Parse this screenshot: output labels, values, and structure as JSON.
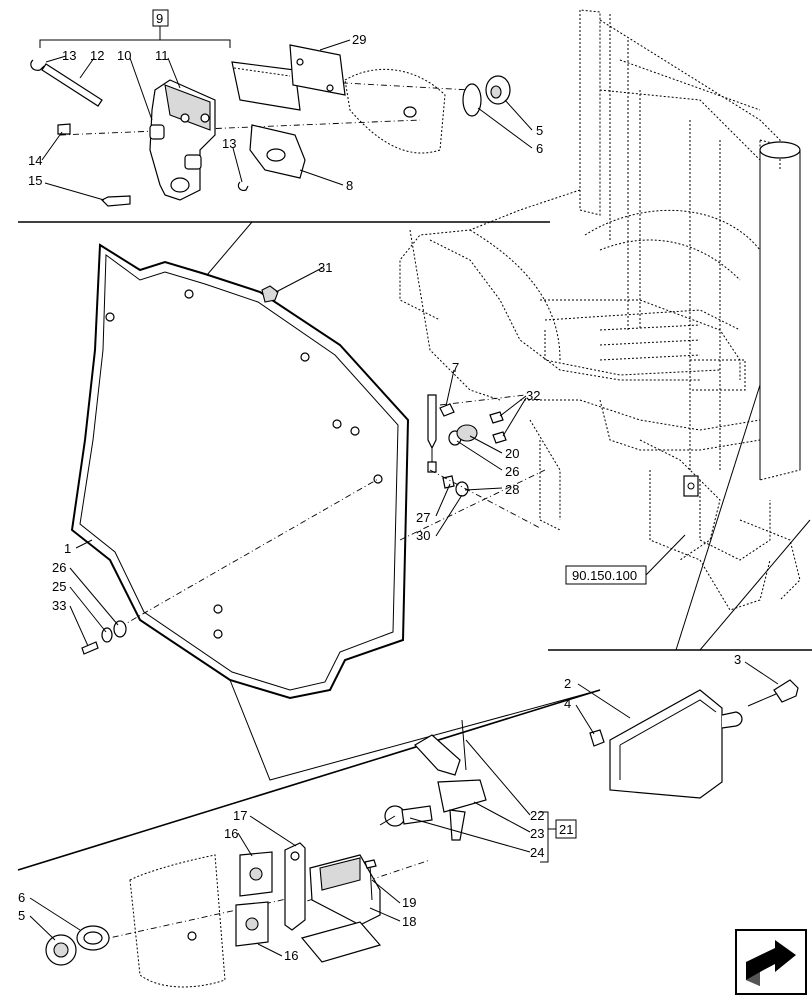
{
  "group_refs": {
    "top": "9",
    "right": "21"
  },
  "reference_box": "90.150.100",
  "callouts": {
    "c1": "1",
    "c2": "2",
    "c3": "3",
    "c4": "4",
    "c5a": "5",
    "c5b": "5",
    "c6a": "6",
    "c6b": "6",
    "c7": "7",
    "c8": "8",
    "c10": "10",
    "c11": "11",
    "c12": "12",
    "c13a": "13",
    "c13b": "13",
    "c14": "14",
    "c15": "15",
    "c16a": "16",
    "c16b": "16",
    "c17": "17",
    "c18": "18",
    "c19": "19",
    "c20": "20",
    "c22": "22",
    "c23": "23",
    "c24": "24",
    "c25": "25",
    "c26a": "26",
    "c26b": "26",
    "c27": "27",
    "c28": "28",
    "c29": "29",
    "c30": "30",
    "c31": "31",
    "c32": "32",
    "c33": "33"
  },
  "icons": {
    "nav": "next-page-arrow-icon"
  }
}
